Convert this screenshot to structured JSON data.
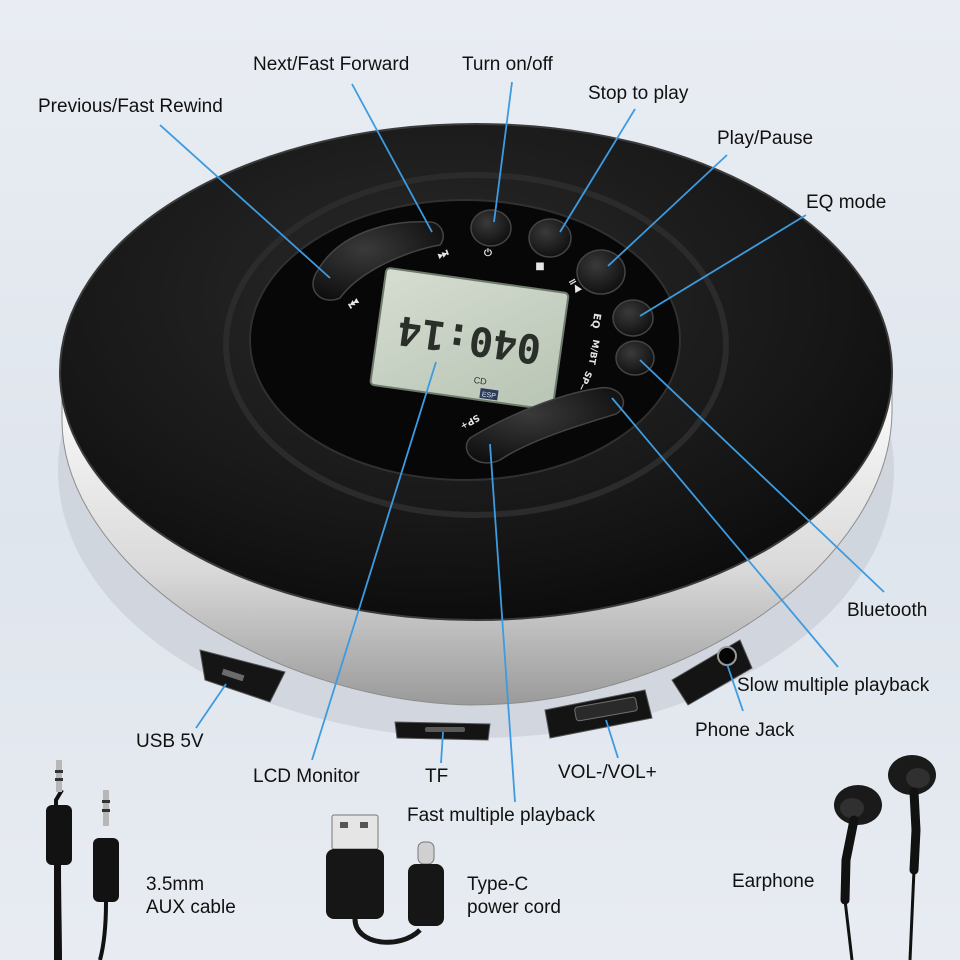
{
  "callouts": {
    "previous": "Previous/Fast Rewind",
    "next": "Next/Fast Forward",
    "power": "Turn on/off",
    "stop": "Stop to play",
    "play": "Play/Pause",
    "eq": "EQ mode",
    "bluetooth": "Bluetooth",
    "slow": "Slow multiple playback",
    "phone_jack": "Phone Jack",
    "volume": "VOL-/VOL+",
    "fast": "Fast multiple playback",
    "tf": "TF",
    "lcd": "LCD Monitor",
    "usb": "USB 5V"
  },
  "device": {
    "lcd_readout": "040:14",
    "lcd_small_left": "CD",
    "lcd_small_right": "ESP",
    "button_marks": {
      "prev": "⏮",
      "next": "⏭",
      "power": "⏻",
      "stop": "■",
      "play": "▶॥",
      "eq": "EQ",
      "mode": "M/BT",
      "sp_minus": "SP−",
      "sp_plus": "SP+"
    }
  },
  "accessories": {
    "aux_cable": [
      "3.5mm",
      "AUX cable"
    ],
    "power_cord": [
      "Type-C",
      "power cord"
    ],
    "earphone": "Earphone"
  },
  "colors": {
    "callout_line": "#3d9be0",
    "body": "#141414",
    "rim": "#e6e6e6",
    "lcd": "#c9d3c5",
    "background": "#e6ebf1"
  }
}
